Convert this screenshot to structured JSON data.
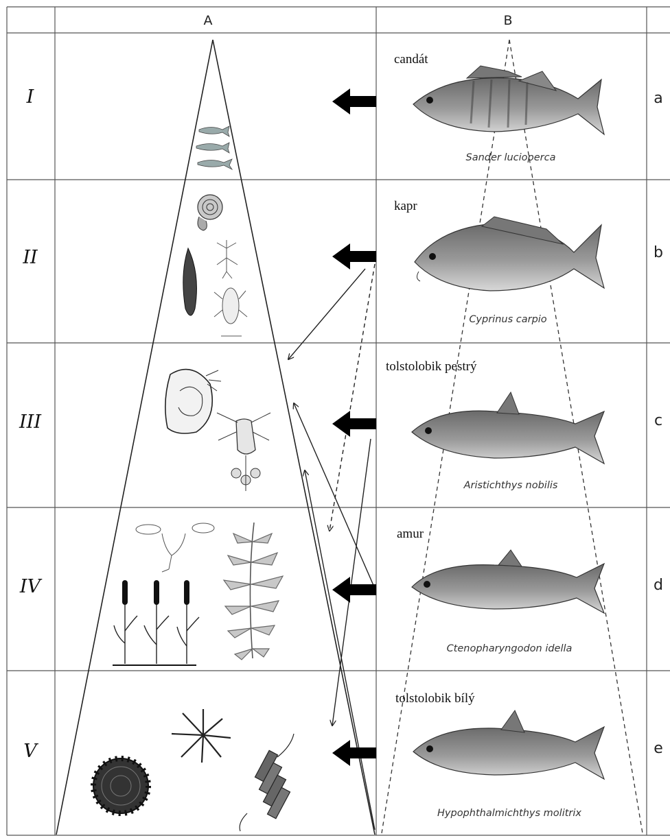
{
  "columns": {
    "a": "A",
    "b": "B"
  },
  "rows": [
    {
      "level": "I",
      "letter": "a",
      "common": "candát",
      "latin": "Sander lucioperca"
    },
    {
      "level": "II",
      "letter": "b",
      "common": "kapr",
      "latin": "Cyprinus carpio"
    },
    {
      "level": "III",
      "letter": "c",
      "common": "tolstolobik pestrý",
      "latin": "Aristichthys nobilis"
    },
    {
      "level": "IV",
      "letter": "d",
      "common": "amur",
      "latin": "Ctenopharyngodon idella"
    },
    {
      "level": "V",
      "letter": "e",
      "common": "tolstolobik bílý",
      "latin": "Hypophthalmichthys molitrix"
    }
  ]
}
